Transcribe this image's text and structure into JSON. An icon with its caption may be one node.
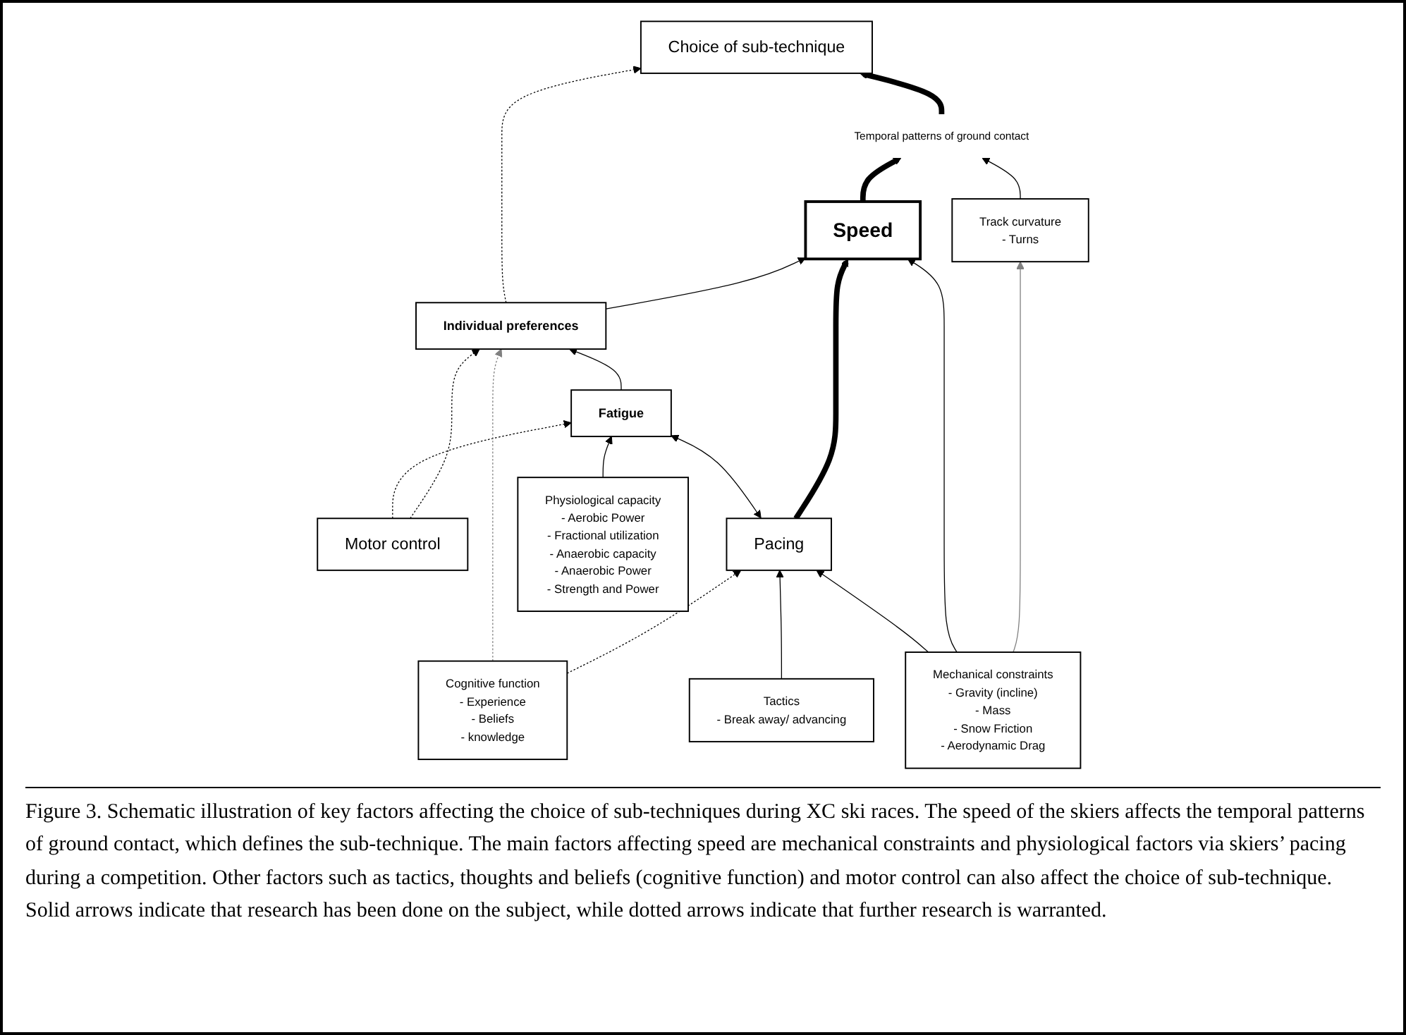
{
  "diagram": {
    "nodes": [
      {
        "text": [
          "Choice of sub-technique"
        ]
      },
      {
        "text": [
          "Track curvature",
          "- Turns"
        ]
      },
      {
        "text": [
          "Temporal patterns of ground contact"
        ]
      },
      {
        "text": [
          "Speed"
        ]
      },
      {
        "text": [
          "Individual preferences"
        ]
      },
      {
        "text": [
          "Motor control"
        ]
      },
      {
        "text": [
          "Mechanical constraints",
          "- Gravity (incline)",
          "- Mass",
          "- Snow Friction",
          "- Aerodynamic Drag"
        ]
      },
      {
        "text": [
          "Pacing"
        ]
      },
      {
        "text": [
          "Fatigue"
        ]
      },
      {
        "text": [
          "Physiological capacity",
          "- Aerobic Power",
          "- Fractional utilization",
          "- Anaerobic capacity",
          "- Anaerobic Power",
          "- Strength and Power"
        ]
      },
      {
        "text": [
          "Tactics",
          "- Break away/ advancing"
        ]
      },
      {
        "text": [
          "Cognitive function",
          "- Experience",
          "- Beliefs",
          "- knowledge"
        ]
      }
    ],
    "edges": [
      {
        "from": 1,
        "to": 2,
        "arrow": "to"
      },
      {
        "from": 2,
        "to": 0,
        "arrow": "to",
        "style": "thick"
      },
      {
        "from": 3,
        "to": 2,
        "arrow": "to",
        "style": "thick"
      },
      {
        "from": 6,
        "to": 1,
        "arrow": "to",
        "color": "#808080"
      },
      {
        "from": 6,
        "to": 3,
        "arrow": "to"
      },
      {
        "from": 4,
        "to": 3,
        "arrow": "to"
      },
      {
        "from": 4,
        "to": 0,
        "arrow": "to",
        "style": "dashed"
      },
      {
        "from": 5,
        "to": 4,
        "arrow": "to",
        "style": "dashed"
      },
      {
        "from": 5,
        "to": 8,
        "arrow": "to",
        "style": "dashed"
      },
      {
        "from": 8,
        "to": 4,
        "arrow": "to"
      },
      {
        "from": 7,
        "to": 3,
        "arrow": "to",
        "style": "thick"
      },
      {
        "from": 7,
        "to": 8,
        "arrow": "both"
      },
      {
        "from": 9,
        "to": 8,
        "arrow": "to"
      },
      {
        "from": 6,
        "to": 7,
        "arrow": "to"
      },
      {
        "from": 10,
        "to": 7,
        "arrow": "to"
      },
      {
        "from": 11,
        "to": 7,
        "arrow": "to",
        "style": "dashed"
      },
      {
        "from": 11,
        "to": 4,
        "arrow": "to",
        "style": "dashed",
        "color": "#808080"
      }
    ],
    "caption": "Figure 3. Schematic illustration of key factors affecting the choice of sub-techniques during XC ski races. The speed of the skiers affects the temporal patterns of ground contact, which defines the sub-technique. The main factors affecting speed are mechanical constraints and physiological factors via skiers’ pacing during a competition. Other factors such as tactics, thoughts and beliefs (cognitive function) and motor control can also affect the choice of sub-technique. Solid arrows indicate that research has been done on the subject, while dotted arrows indicate that further research is warranted."
  }
}
